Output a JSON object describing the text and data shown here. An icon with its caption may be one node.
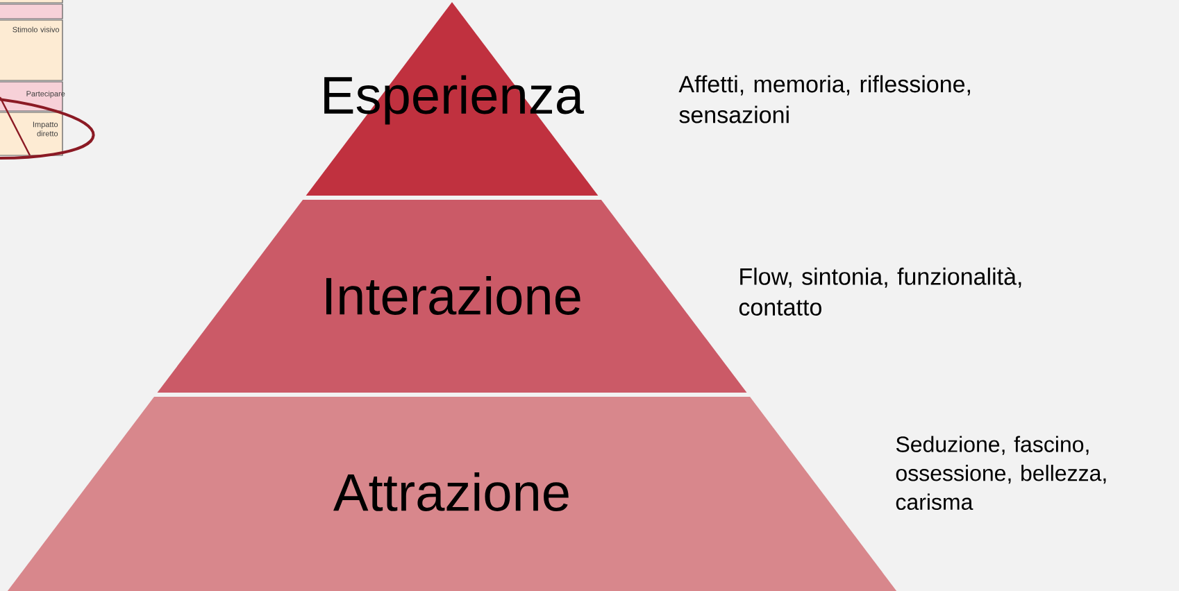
{
  "diagram": {
    "nodes": [
      {
        "text": [],
        "shape": "box"
      },
      {
        "text": [],
        "shape": "box"
      },
      {
        "text": [
          "Stimolo visivo"
        ]
      },
      {
        "text": [
          "Partecipare"
        ]
      },
      {
        "text": [
          "Impatto diretto"
        ]
      },
      {
        "text": [
          "Esperienza"
        ],
        "beside": [
          "Affetti, memoria, riflessione, sensazioni"
        ]
      },
      {
        "text": [
          "Interazione"
        ],
        "beside": [
          "Flow, sintonia, funzionalità, contatto"
        ]
      },
      {
        "text": [
          "Attrazione"
        ],
        "beside": [
          "Seduzione, fascino, ossessione, bellezza, carisma"
        ]
      }
    ]
  }
}
